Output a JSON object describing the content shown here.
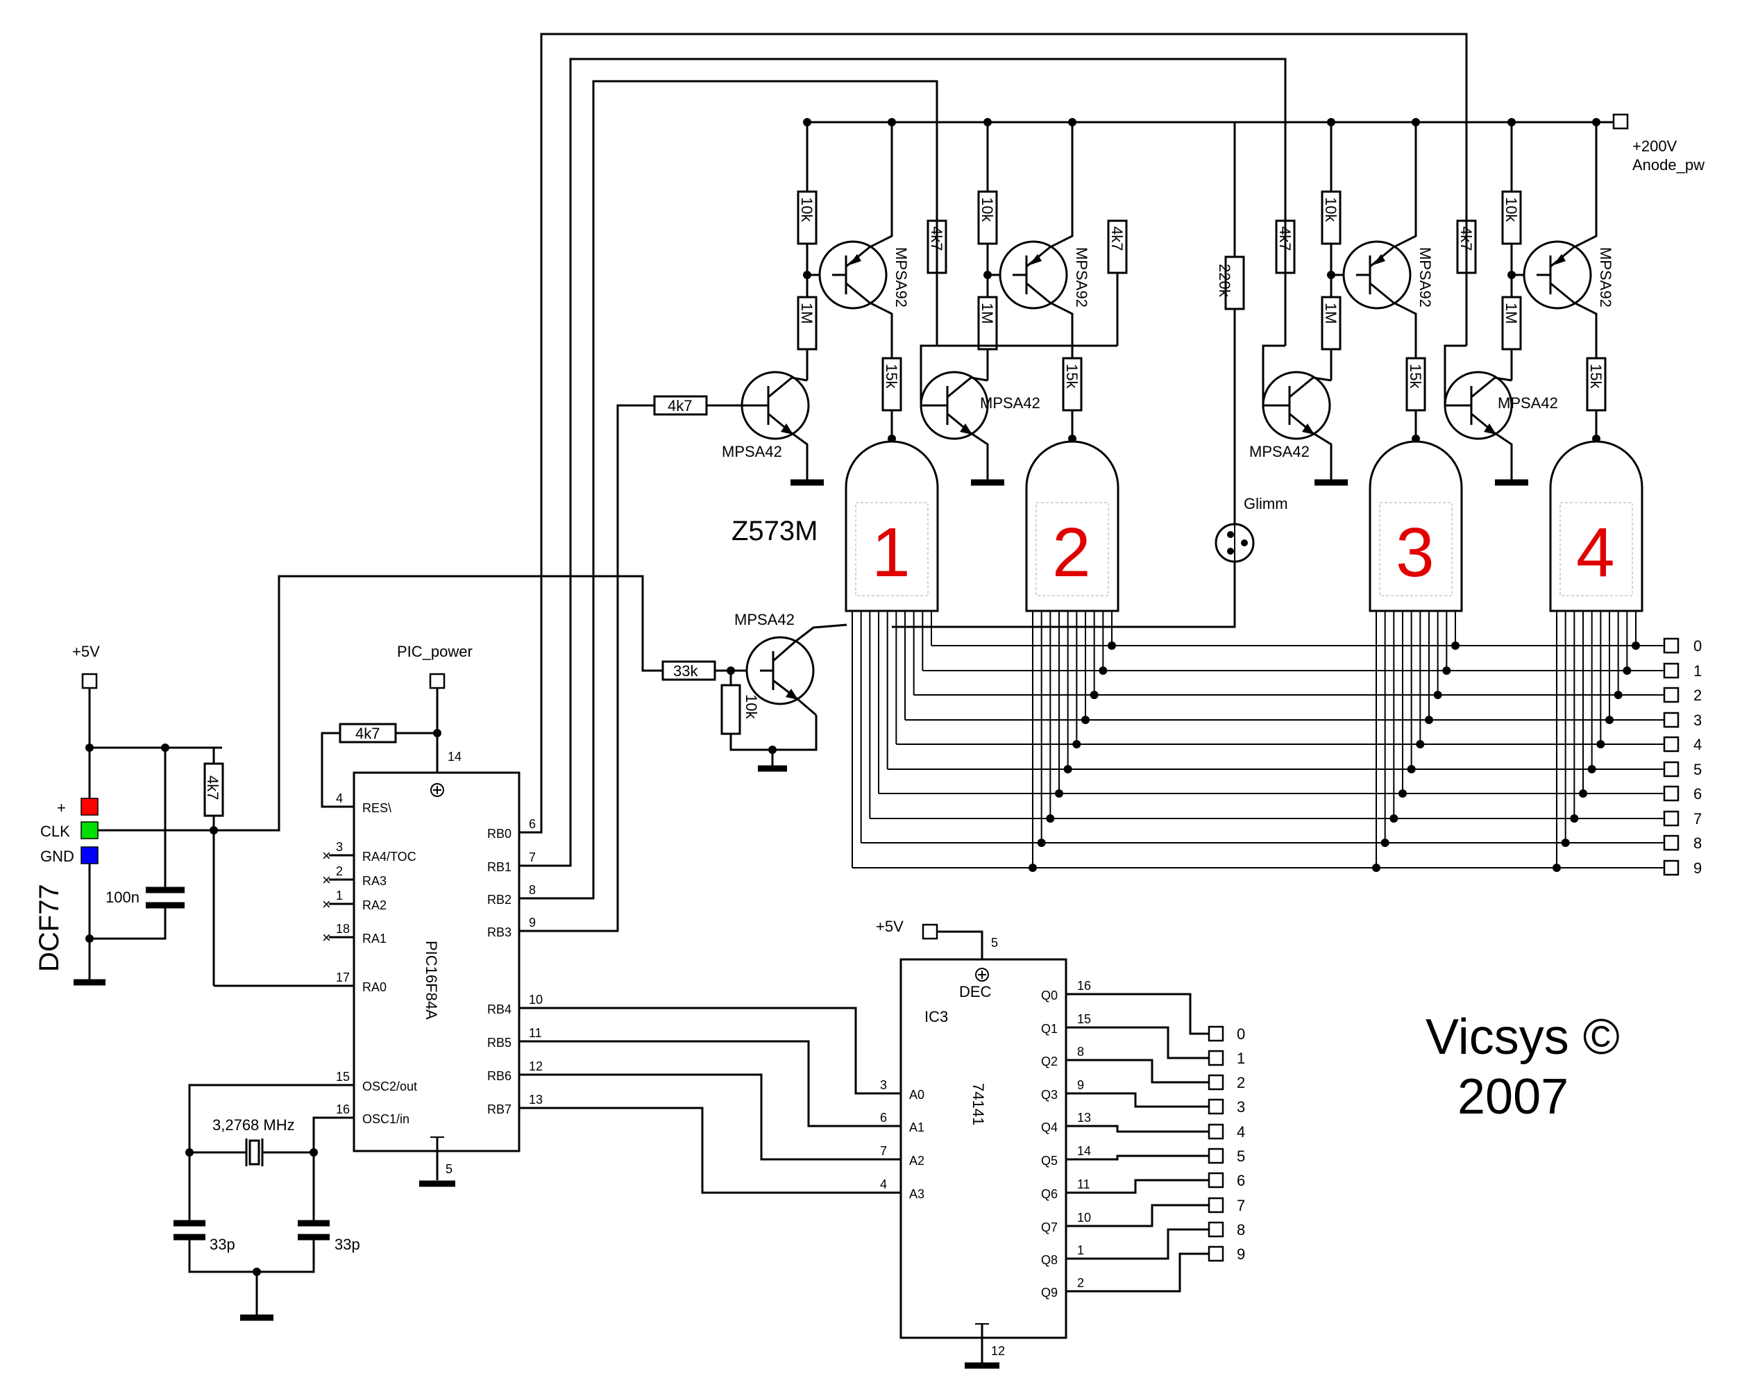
{
  "title_tube": "Z573M",
  "copyright": "Vicsys ©",
  "year": "2007",
  "power": {
    "hv_label": "+200V",
    "hv_net": "Anode_pw",
    "vcc_label": "+5V",
    "pic_power": "PIC_power",
    "vcc_label2": "+5V"
  },
  "dcf": {
    "name": "DCF77",
    "pins": [
      "+",
      "CLK",
      "GND"
    ],
    "pin_colors": [
      "#ff0000",
      "#00e000",
      "#0000ff"
    ],
    "cap": "100n",
    "pullup": "4k7"
  },
  "tube_digits": [
    "1",
    "2",
    "3",
    "4"
  ],
  "glimm": {
    "label": "Glimm",
    "resistor": "220k"
  },
  "transistors": {
    "pnp": "MPSA92",
    "npn": "MPSA42"
  },
  "resistors": {
    "r10k": "10k",
    "r1m": "1M",
    "r15k": "15k",
    "r4k7": "4k7",
    "r33k": "33k"
  },
  "pic": {
    "name": "PIC16F84A",
    "left_pins": [
      {
        "num": "4",
        "name": "RES\\"
      },
      {
        "num": "3",
        "name": "RA4/TOC"
      },
      {
        "num": "2",
        "name": "RA3"
      },
      {
        "num": "1",
        "name": "RA2"
      },
      {
        "num": "18",
        "name": "RA1"
      },
      {
        "num": "17",
        "name": "RA0"
      },
      {
        "num": "15",
        "name": "OSC2/out"
      },
      {
        "num": "16",
        "name": "OSC1/in"
      }
    ],
    "right_pins": [
      {
        "num": "6",
        "name": "RB0"
      },
      {
        "num": "7",
        "name": "RB1"
      },
      {
        "num": "8",
        "name": "RB2"
      },
      {
        "num": "9",
        "name": "RB3"
      },
      {
        "num": "10",
        "name": "RB4"
      },
      {
        "num": "11",
        "name": "RB5"
      },
      {
        "num": "12",
        "name": "RB6"
      },
      {
        "num": "13",
        "name": "RB7"
      }
    ],
    "vdd_pin": "14",
    "vss_pin": "5"
  },
  "crystal": {
    "freq": "3,2768 MHz",
    "caps": [
      "33p",
      "33p"
    ]
  },
  "decoder": {
    "name": "74141",
    "ref": "IC3",
    "func": "DEC",
    "inputs": [
      {
        "num": "3",
        "name": "A0"
      },
      {
        "num": "6",
        "name": "A1"
      },
      {
        "num": "7",
        "name": "A2"
      },
      {
        "num": "4",
        "name": "A3"
      }
    ],
    "outputs": [
      {
        "num": "16",
        "name": "Q0"
      },
      {
        "num": "15",
        "name": "Q1"
      },
      {
        "num": "8",
        "name": "Q2"
      },
      {
        "num": "9",
        "name": "Q3"
      },
      {
        "num": "13",
        "name": "Q4"
      },
      {
        "num": "14",
        "name": "Q5"
      },
      {
        "num": "11",
        "name": "Q6"
      },
      {
        "num": "10",
        "name": "Q7"
      },
      {
        "num": "1",
        "name": "Q8"
      },
      {
        "num": "2",
        "name": "Q9"
      }
    ],
    "vcc_pin": "5",
    "gnd_pin": "12"
  },
  "connectors": {
    "cathode": [
      "0",
      "1",
      "2",
      "3",
      "4",
      "5",
      "6",
      "7",
      "8",
      "9"
    ],
    "decoder": [
      "0",
      "1",
      "2",
      "3",
      "4",
      "5",
      "6",
      "7",
      "8",
      "9"
    ]
  }
}
